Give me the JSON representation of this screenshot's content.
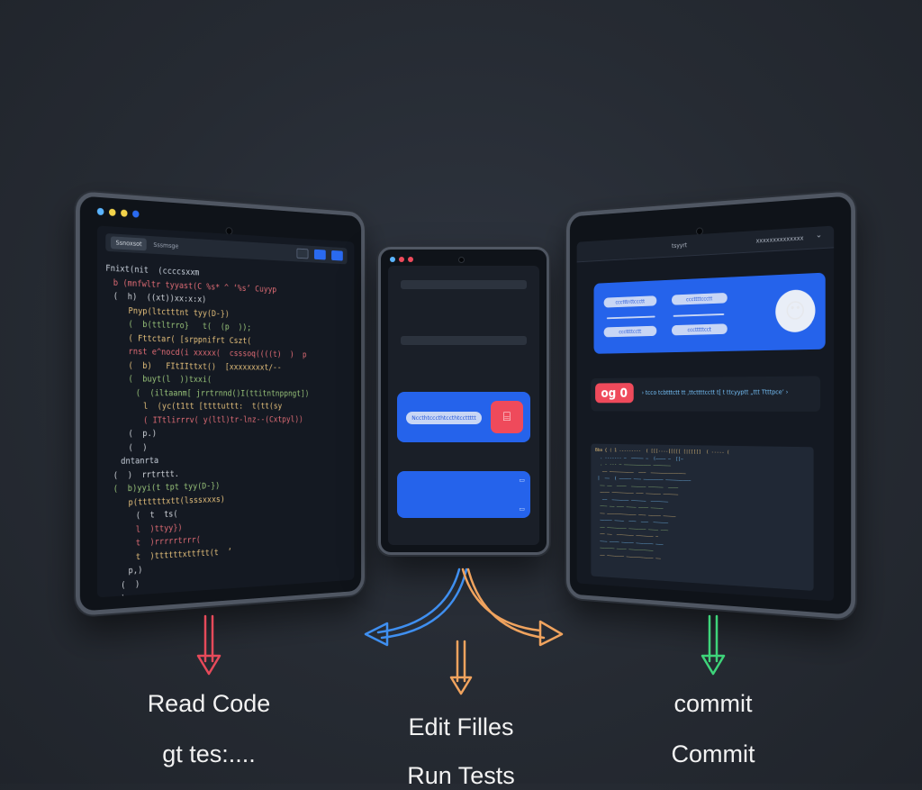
{
  "colors": {
    "red": "#e64a5a",
    "orange": "#f0a35e",
    "blue": "#3f8ff0",
    "green": "#3ed47a",
    "accent": "#2563eb"
  },
  "left_window": {
    "tab_labels": [
      "Ssnoxsot",
      "Sssmsge"
    ],
    "code_lines": [
      {
        "t": "Fnixt(nit  (ccccsxxm",
        "c": "#c9d1dc",
        "i": 0
      },
      {
        "t": "b (mnfwltr tyyast(C %s* ^ ‘%s’ Cuyyp",
        "c": "#e06c75",
        "i": 1
      },
      {
        "t": "(  h)  ((xt))xx:x:x)",
        "c": "#d0d4da",
        "i": 1
      },
      {
        "t": "Pnyp(ltctttnt tyy(D-})",
        "c": "#e5c07b",
        "i": 3
      },
      {
        "t": "(  b(ttltrro}   t(  (p  ));",
        "c": "#98c379",
        "i": 3
      },
      {
        "t": "( Fttctar( [srppnifrt Cszt(",
        "c": "#e5c07b",
        "i": 3
      },
      {
        "t": "rnst e^nocd(i xxxxx(  csssoq((((t)  )  p",
        "c": "#e06c75",
        "i": 3
      },
      {
        "t": "(  b)   FItIIttxt()  [xxxxxxxxt/--",
        "c": "#e5c07b",
        "i": 3
      },
      {
        "t": "(  buyt(l  ))txxi(",
        "c": "#98c379",
        "i": 3
      },
      {
        "t": "(  (iltaanm[ jrrtrnnd()I(ttitntnppngt])",
        "c": "#98c379",
        "i": 4
      },
      {
        "t": "l  (yc(t1tt [ttttuttt:  t(tt(sy",
        "c": "#e5c07b",
        "i": 5
      },
      {
        "t": "( ITtlirrrv( y(ltl)tr-lnz--(Cxtpyl))",
        "c": "#e06c75",
        "i": 5
      },
      {
        "t": "(  p.)",
        "c": "#d0d4da",
        "i": 3
      },
      {
        "t": "(  )",
        "c": "#d0d4da",
        "i": 3
      },
      {
        "t": "dntanrta",
        "c": "#c9d1dc",
        "i": 2
      },
      {
        "t": "(  )  rrtrttt.",
        "c": "#d0d4da",
        "i": 1
      },
      {
        "t": "(  b)yyi(t tpt tyy(D-})",
        "c": "#98c379",
        "i": 1
      },
      {
        "t": "p(ttttttxtt(lsssxxxs)",
        "c": "#e5c07b",
        "i": 3
      },
      {
        "t": "(  t  ts(",
        "c": "#d0d4da",
        "i": 4
      },
      {
        "t": "l  )ttyy})",
        "c": "#e06c75",
        "i": 4
      },
      {
        "t": "t  )rrrrrtrrr(",
        "c": "#e06c75",
        "i": 4
      },
      {
        "t": "t  )ttttttxttftt(t  ’",
        "c": "#e5c07b",
        "i": 4
      },
      {
        "t": "p,)",
        "c": "#d0d4da",
        "i": 3
      },
      {
        "t": "(  )",
        "c": "#d0d4da",
        "i": 2
      },
      {
        "t": ")",
        "c": "#d0d4da",
        "i": 2
      }
    ]
  },
  "middle_phone": {
    "card1_pill": "Nccthtcccthtccthtccttttt",
    "icon_symbol": "⌸"
  },
  "right_window": {
    "header_center": "tsyyrt",
    "header_right": "xxxxxxxxxxxxxx",
    "pills": [
      "ccctttnttccctt",
      "cccttttccctt",
      "cccttttcctt",
      "ccctttttcct"
    ],
    "error_badge": "og 0",
    "log_line": "›  tcco tcbtttctt tt ,ttcttttcctt t[ t  ttcyyptt   „ttt Ttttpce’ ›",
    "panel_lines": [
      "Bba { ( 1 ---------  ( [[[----[[[[[ [|[[[[]  ( ----- (",
      "  . ------- —  ————— —  (———— —  [[—",
      "  . - --- — ——————————— ———————",
      "   —— ——————————  ———  ——————————————",
      " |  ——  ( ————— ——— ———————— ——————————",
      "  —— ——  ————  —————— ——————  ————",
      "  ———— ————————— ——— —————— ——————",
      "   ——  ——————— ——————  ———————",
      "  ——— —— ——— ———— ———— —————",
      "  —— ———————————— ——— ————— —————",
      "  ————— ————  ———  ———  ——————",
      "  —— ———————— ——————— ———— ———",
      "  —— ——  ——————— ——————— —",
      "  ——— ———— ————— ——————— ———",
      "  —————— ———— ——————————",
      "  —— ——————— ——————————— ——"
    ]
  },
  "labels": {
    "read_code": "Read Code",
    "gt_tes": "gt tes:....",
    "edit_files": "Edit Filles",
    "run_tests": "Run Tests",
    "commit_lower": "commit",
    "commit_title": "Commit"
  }
}
